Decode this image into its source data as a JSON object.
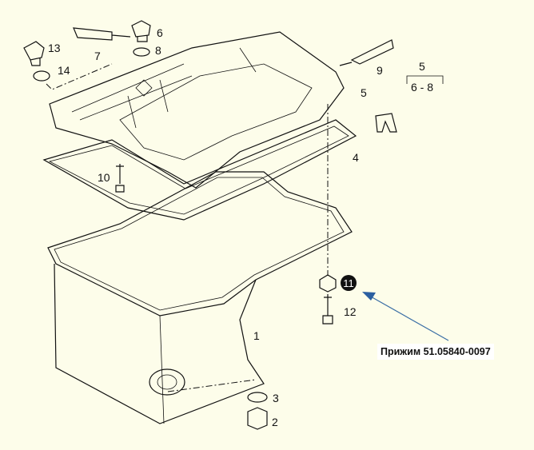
{
  "callouts": {
    "c1": "1",
    "c2": "2",
    "c3": "3",
    "c4": "4",
    "c5a": "5",
    "c5b": "5",
    "c5_range": "6 - 8",
    "c6": "6",
    "c7": "7",
    "c8": "8",
    "c9": "9",
    "c10": "10",
    "c11": "11",
    "c12": "12",
    "c13": "13",
    "c14": "14"
  },
  "caption": "Прижим 51.05840-0097",
  "colors": {
    "background": "#fdfdea",
    "arrow": "#3a6ea5",
    "badge": "#111111"
  }
}
